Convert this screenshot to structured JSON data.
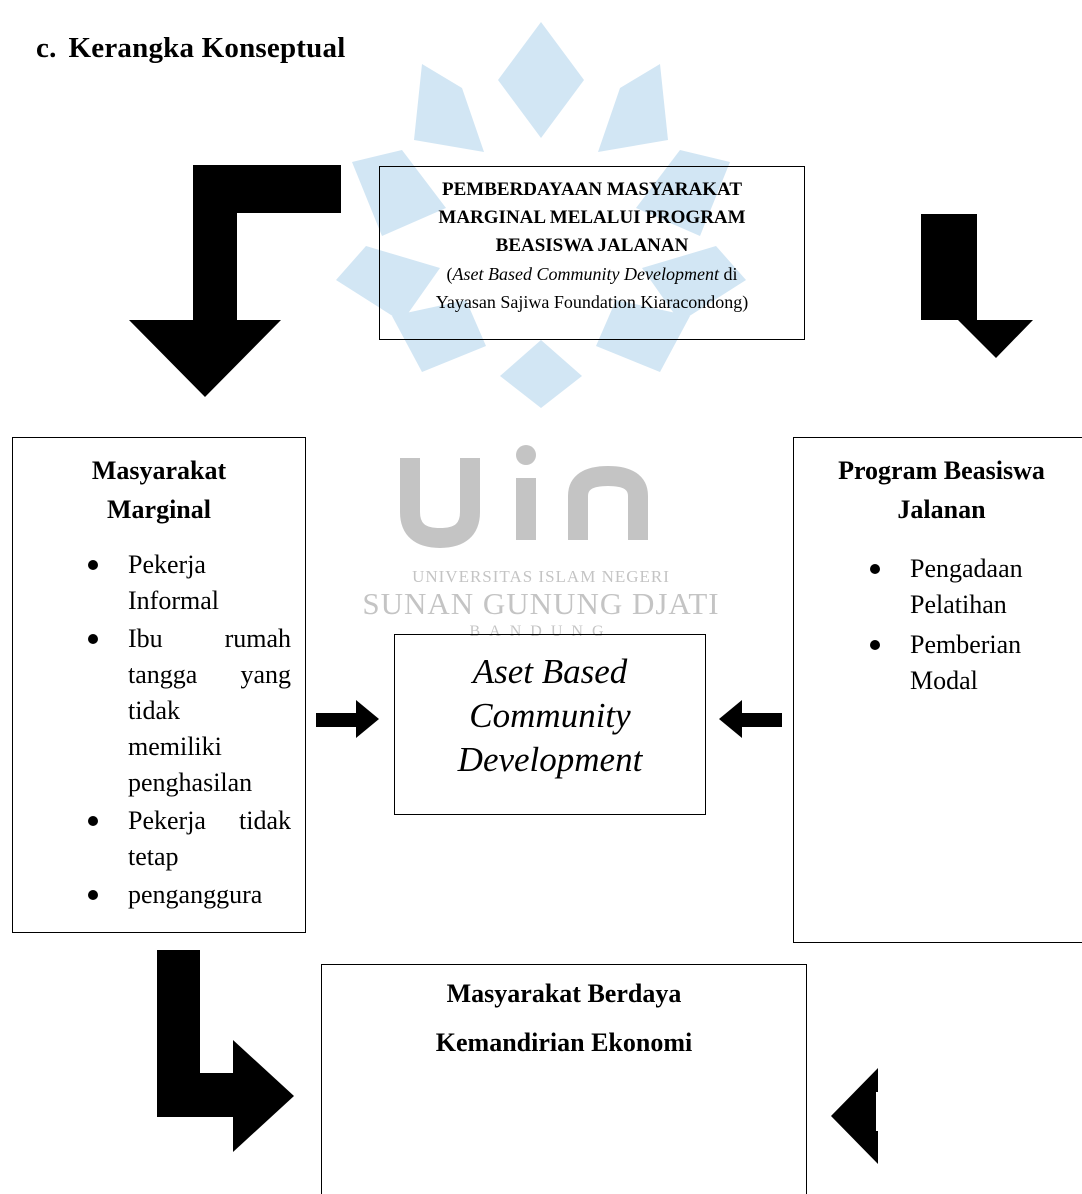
{
  "heading": {
    "letter": "c.",
    "text": "Kerangka Konseptual"
  },
  "top_box": {
    "title_lines": [
      "PEMBERDAYAAN MASYARAKAT",
      "MARGINAL MELALUI PROGRAM",
      "BEASISWA JALANAN"
    ],
    "subtitle_paren_open": "(",
    "subtitle_italic": "Aset Based Community Development",
    "subtitle_rest": " di",
    "subtitle_line2": "Yayasan Sajiwa Foundation Kiaracondong)"
  },
  "left_box": {
    "title_lines": [
      "Masyarakat",
      "Marginal"
    ],
    "items": [
      {
        "lines": [
          "Pekerja",
          "Informal"
        ]
      },
      {
        "justify_lines": [
          "Ibu rumah",
          "tangga yang"
        ],
        "lines": [
          "tidak",
          "memiliki",
          "penghasilan"
        ]
      },
      {
        "justify_lines": [
          "Pekerja tidak"
        ],
        "lines": [
          "tetap"
        ]
      },
      {
        "lines": [
          "penganggura"
        ]
      }
    ]
  },
  "right_box": {
    "title_lines": [
      "Program Beasiswa",
      "Jalanan"
    ],
    "items": [
      {
        "lines": [
          "Pengadaan",
          "Pelatihan"
        ]
      },
      {
        "lines": [
          "Pemberian",
          "Modal"
        ]
      }
    ]
  },
  "center_box": {
    "lines": [
      "Aset Based",
      "Community",
      "Development"
    ]
  },
  "bottom_box": {
    "line1": "Masyarakat Berdaya",
    "line2": "Kemandirian Ekonomi"
  },
  "watermark": {
    "logo_text": "uin",
    "line1": "UNIVERSITAS ISLAM NEGERI",
    "line2": "SUNAN GUNUNG DJATI",
    "line3": "BANDUNG",
    "colors": {
      "blue": "#d2e6f4",
      "gray": "#c4c4c4"
    }
  },
  "colors": {
    "arrow": "#000000",
    "border": "#000000"
  }
}
